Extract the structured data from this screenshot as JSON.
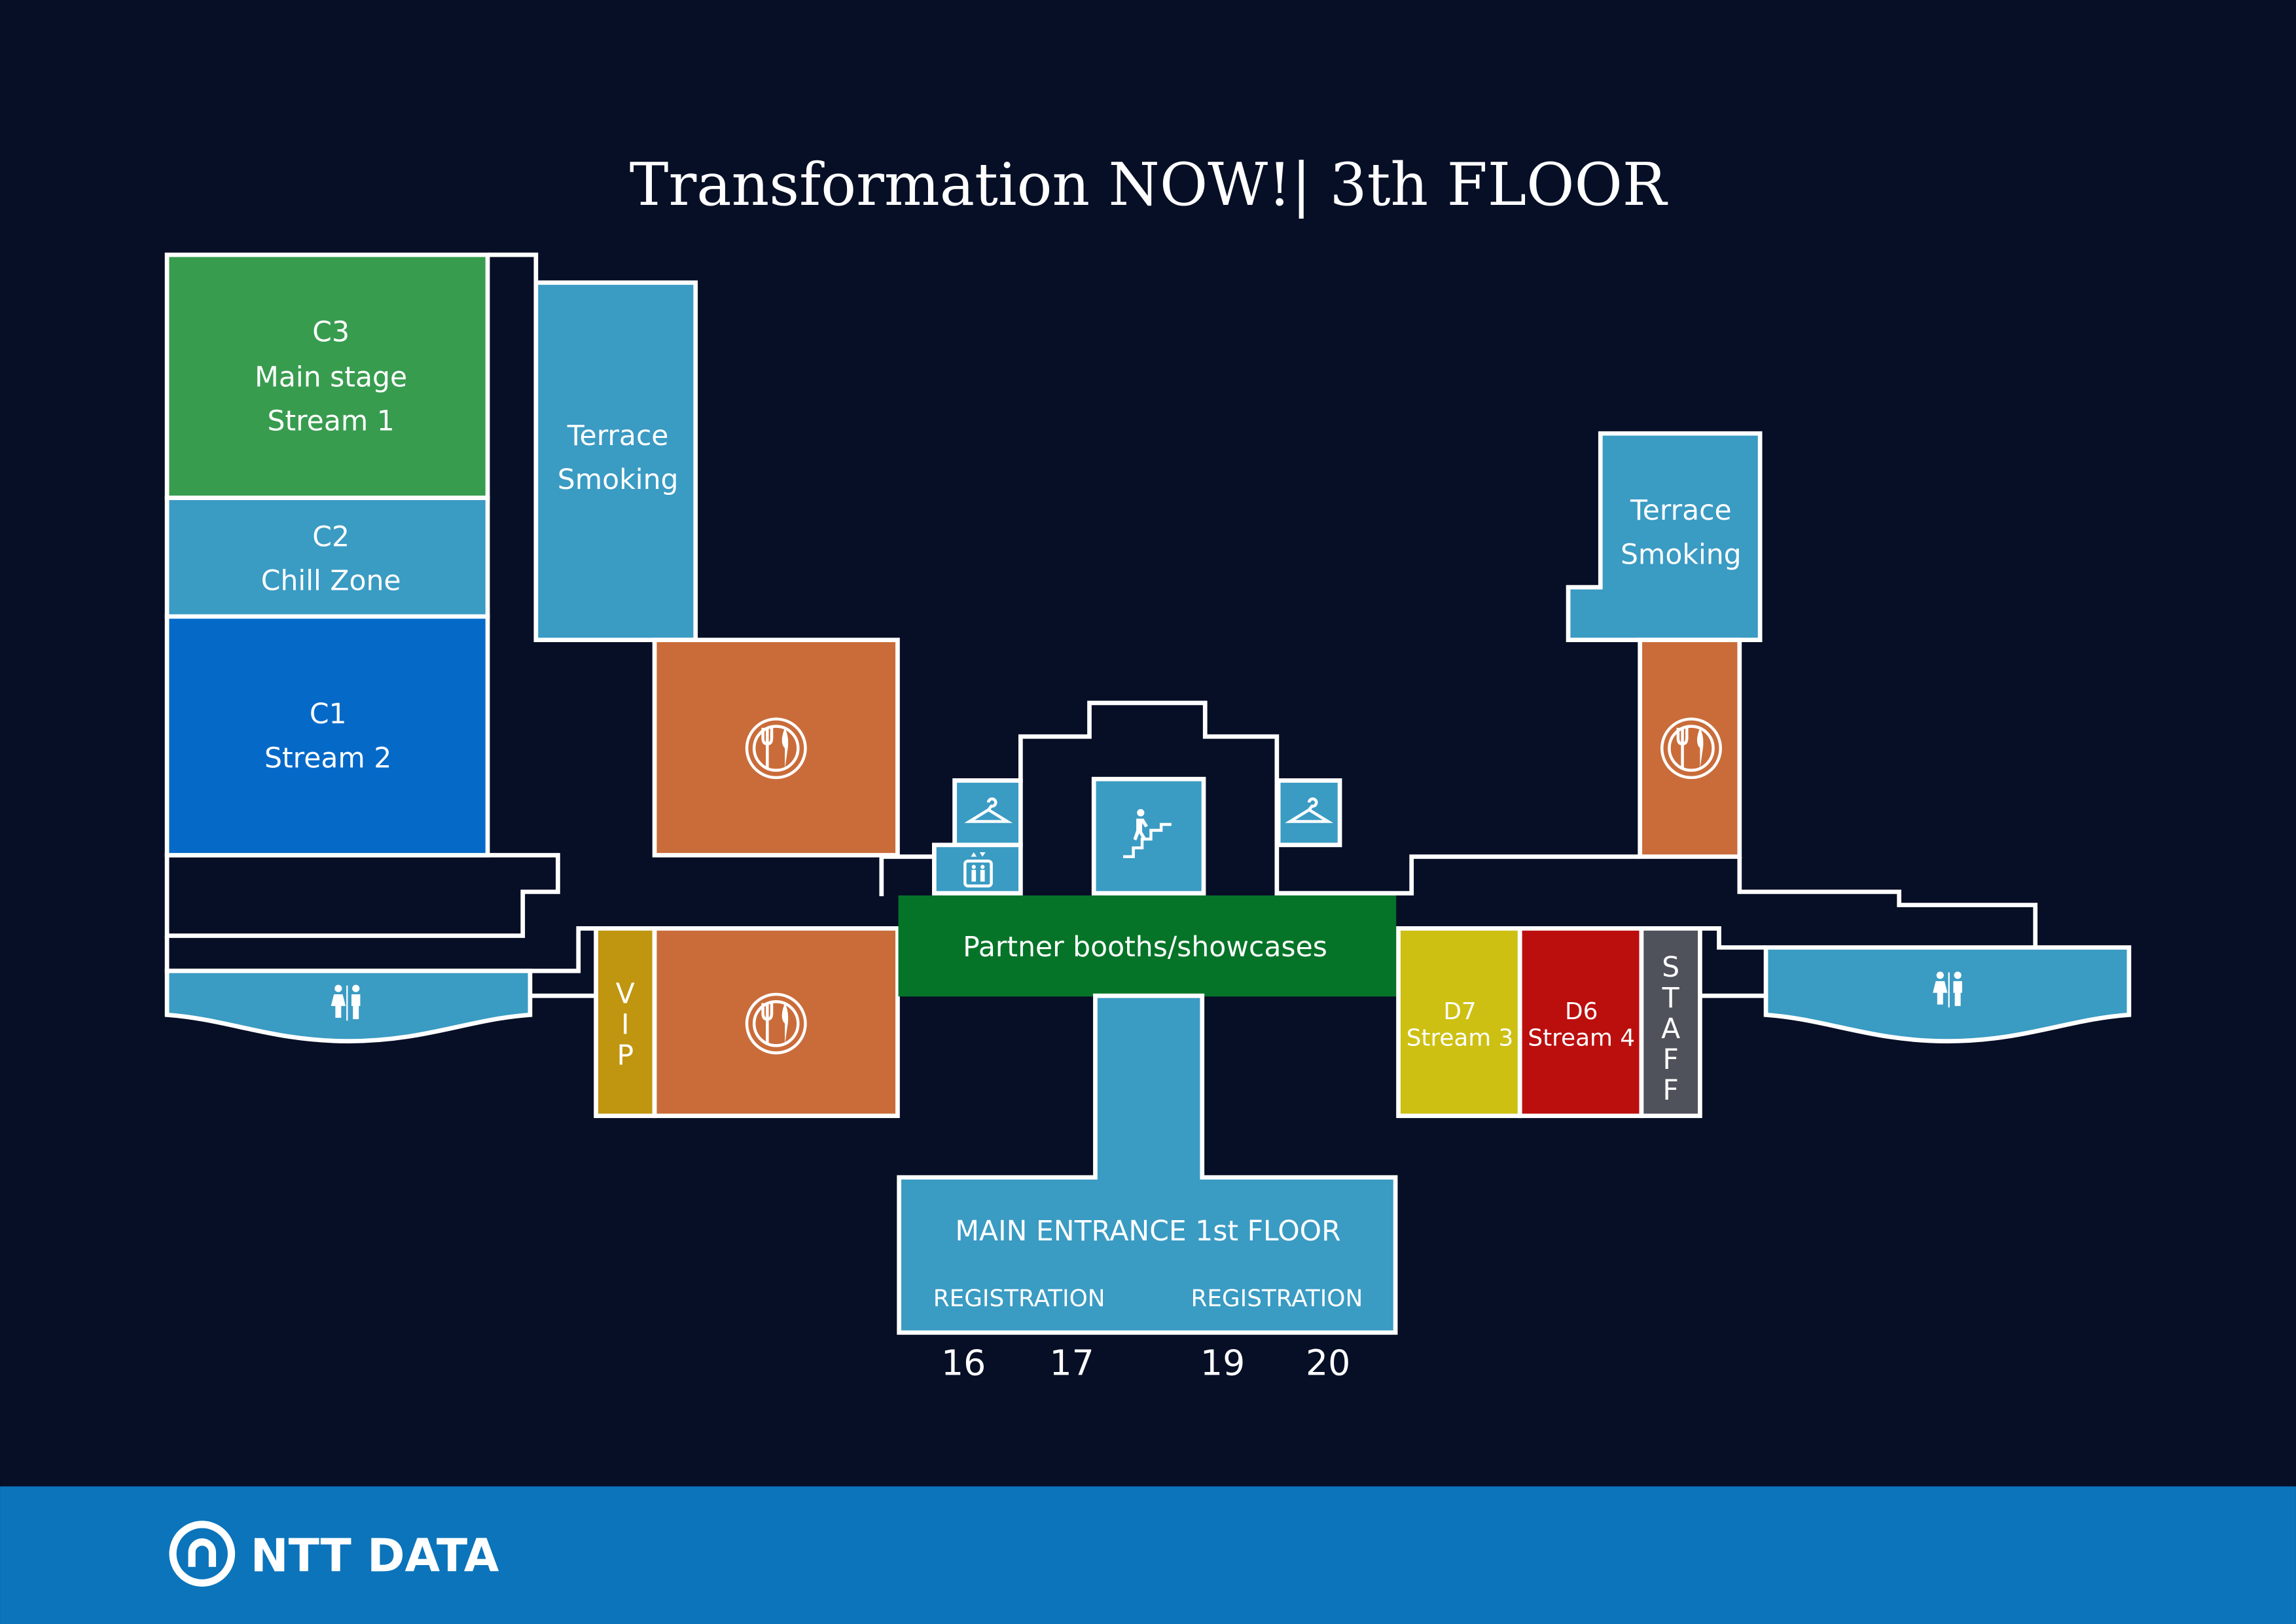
{
  "title": "Transformation NOW!| 3th FLOOR",
  "rooms": {
    "c3": {
      "line1": "C3",
      "line2": "Main stage",
      "line3": "Stream 1"
    },
    "c2": {
      "line1": "C2",
      "line2": "Chill Zone"
    },
    "c1": {
      "line1": "C1",
      "line2": "Stream 2"
    },
    "terrace_left": {
      "line1": "Terrace",
      "line2": "Smoking"
    },
    "terrace_right": {
      "line1": "Terrace",
      "line2": "Smoking"
    },
    "partner": "Partner booths/showcases",
    "vip": [
      "V",
      "I",
      "P"
    ],
    "d7": {
      "line1": "D7",
      "line2": "Stream 3"
    },
    "d6": {
      "line1": "D6",
      "line2": "Stream 4"
    },
    "staff": [
      "S",
      "T",
      "A",
      "F",
      "F"
    ],
    "entrance": {
      "title": "MAIN ENTRANCE 1st FLOOR",
      "reg_left": "REGISTRATION",
      "reg_right": "REGISTRATION"
    }
  },
  "gates": [
    "16",
    "17",
    "19",
    "20"
  ],
  "icons": [
    "restaurant-icon",
    "toilet-icon",
    "cloakroom-icon",
    "elevator-icon",
    "stairs-icon"
  ],
  "colors": {
    "background": "#070f26",
    "footer": "#0b74bb",
    "green": "#389c4f",
    "blue_light": "#3a9bc3",
    "blue": "#0569c8",
    "orange": "#c96c3a",
    "partner_green": "#067428",
    "vip_gold": "#c0950f",
    "yellow": "#cdc013",
    "red": "#bb0f0e",
    "staff_gray": "#4f525b"
  },
  "footer": {
    "logo_text": "NTT DATA"
  }
}
